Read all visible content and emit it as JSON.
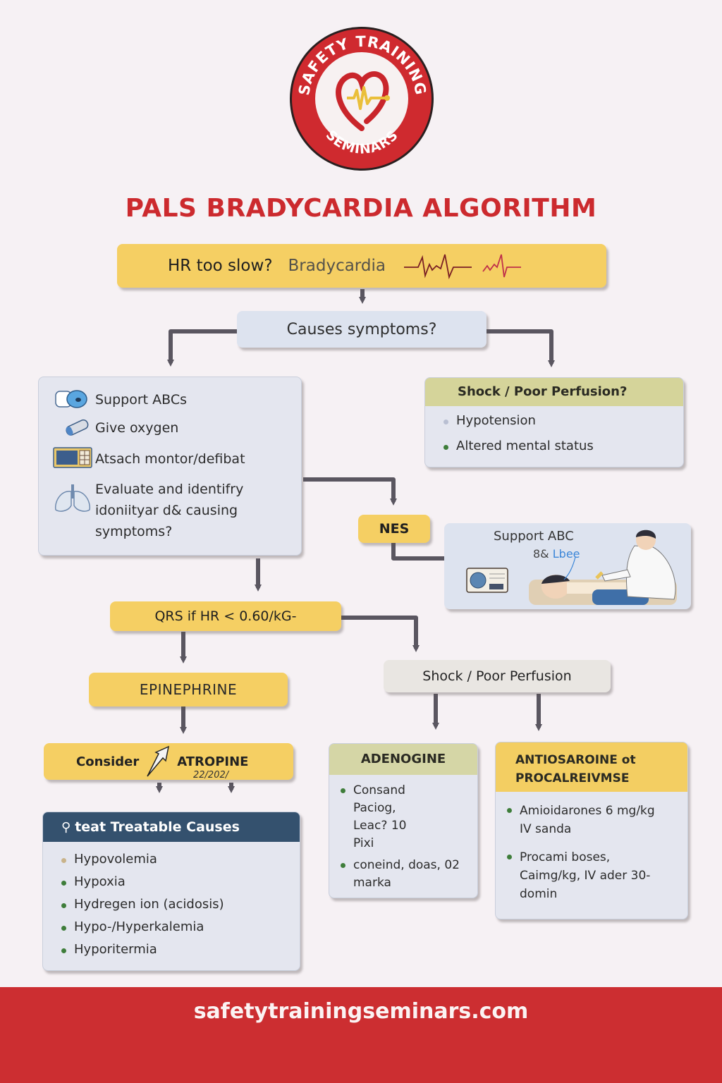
{
  "logo": {
    "top_text": "SAFETY TRAINING",
    "bottom_text": "SEMINARS",
    "ring_color": "#cf2a2f",
    "heart_color": "#c9252b",
    "pulse_color": "#eabf3a"
  },
  "title": "PALS BRADYCARDIA ALGORITHM",
  "title_color": "#cc2a2e",
  "nodes": {
    "start": {
      "question": "HR too slow?",
      "label": "Bradycardia"
    },
    "causes_symptoms": {
      "label": "Causes symptoms?"
    },
    "support_panel": {
      "items": [
        {
          "icon": "bag-valve-mask-icon",
          "text": "Support ABCs"
        },
        {
          "icon": "oxygen-tank-icon",
          "text": "Give oxygen"
        },
        {
          "icon": "monitor-defibrillator-icon",
          "text": "Atsach montor/defibat"
        },
        {
          "icon": "lungs-icon",
          "text": "Evaluate and identifry idoniityar d& causing symptoms?"
        }
      ]
    },
    "shock_question": {
      "header": "Shock / Poor Perfusion?",
      "items": [
        "Hypotension",
        "Altered mental status"
      ]
    },
    "nes": {
      "label": "NES"
    },
    "support_abc": {
      "line1": "Support ABC",
      "line2_prefix": "8&",
      "line2_accent": "Lbee"
    },
    "qrs": {
      "label": "QRS if HR < 0.60/kG-"
    },
    "shock_poor_perfusion": {
      "label": "Shock / Poor Perfusion"
    },
    "epinephrine": {
      "label": "EPINEPHRINE"
    },
    "atropine": {
      "prefix": "Consider",
      "label": "ATROPINE",
      "scribble": "22/202/"
    },
    "treatable_causes": {
      "header": "teat Treatable Causes",
      "items": [
        "Hypovolemia",
        "Hypoxia",
        "Hydregen ion (acidosis)",
        "Hypo-/Hyperkalemia",
        "Hyporitermia"
      ]
    },
    "adenosine": {
      "header": "ADENOGINE",
      "items": [
        "Consand Paciog, Leac? 10 Pixi",
        "coneind, doas, 02 marka"
      ]
    },
    "amiodarone": {
      "header": "ANTIOSAROINE ot PROCALREIVMSE",
      "items": [
        "Amioidarones 6 mg/kg IV sanda",
        "Procami boses, Caimg/kg, IV ader 30-domin"
      ]
    }
  },
  "footer": {
    "url": "safetytrainingseminars.com",
    "color": "#cc2e31"
  }
}
